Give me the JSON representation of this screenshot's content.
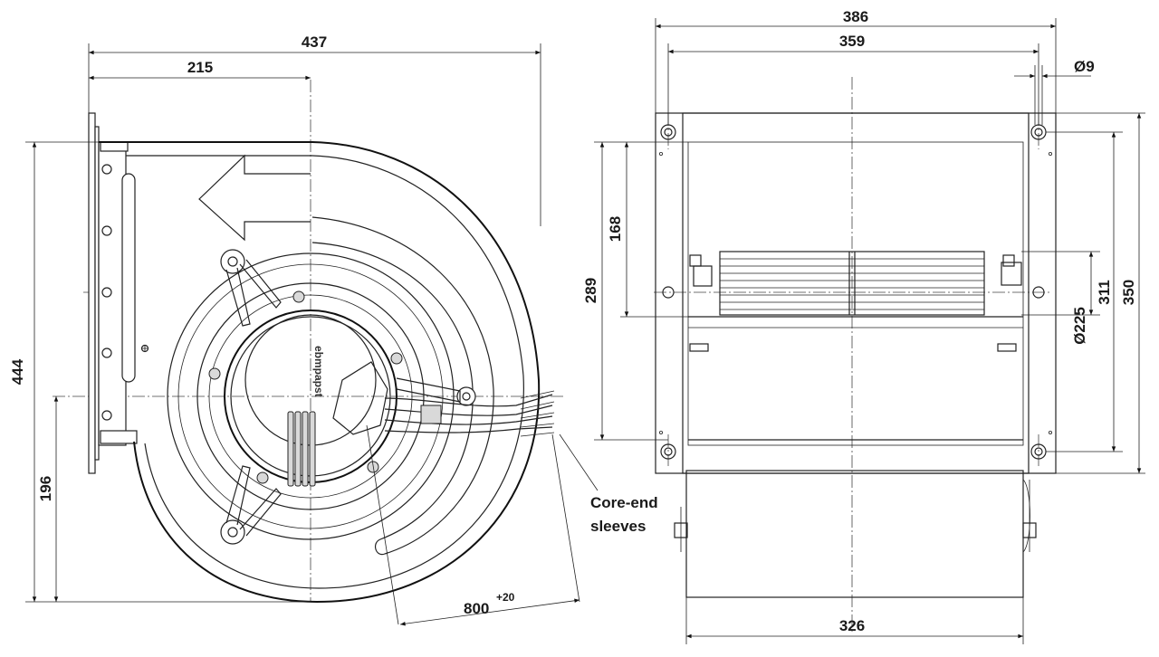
{
  "drawing": {
    "front_view": {
      "dimensions": {
        "width_overall": "437",
        "width_to_axis": "215",
        "height_overall": "444",
        "height_axis": "196",
        "cable_length_base": "800",
        "cable_length_tol": "+20"
      },
      "motor_brand": "ebmpapst",
      "callout": {
        "line1": "Core-end",
        "line2": "sleeves"
      }
    },
    "side_view": {
      "dimensions": {
        "width_flange": "386",
        "width_holes": "359",
        "hole_diameter": "Ø9",
        "height_inner": "168",
        "height_outlet": "289",
        "outlet_diameter": "Ø225",
        "height_holes": "311",
        "height_flange": "350",
        "width_housing": "326"
      }
    }
  }
}
